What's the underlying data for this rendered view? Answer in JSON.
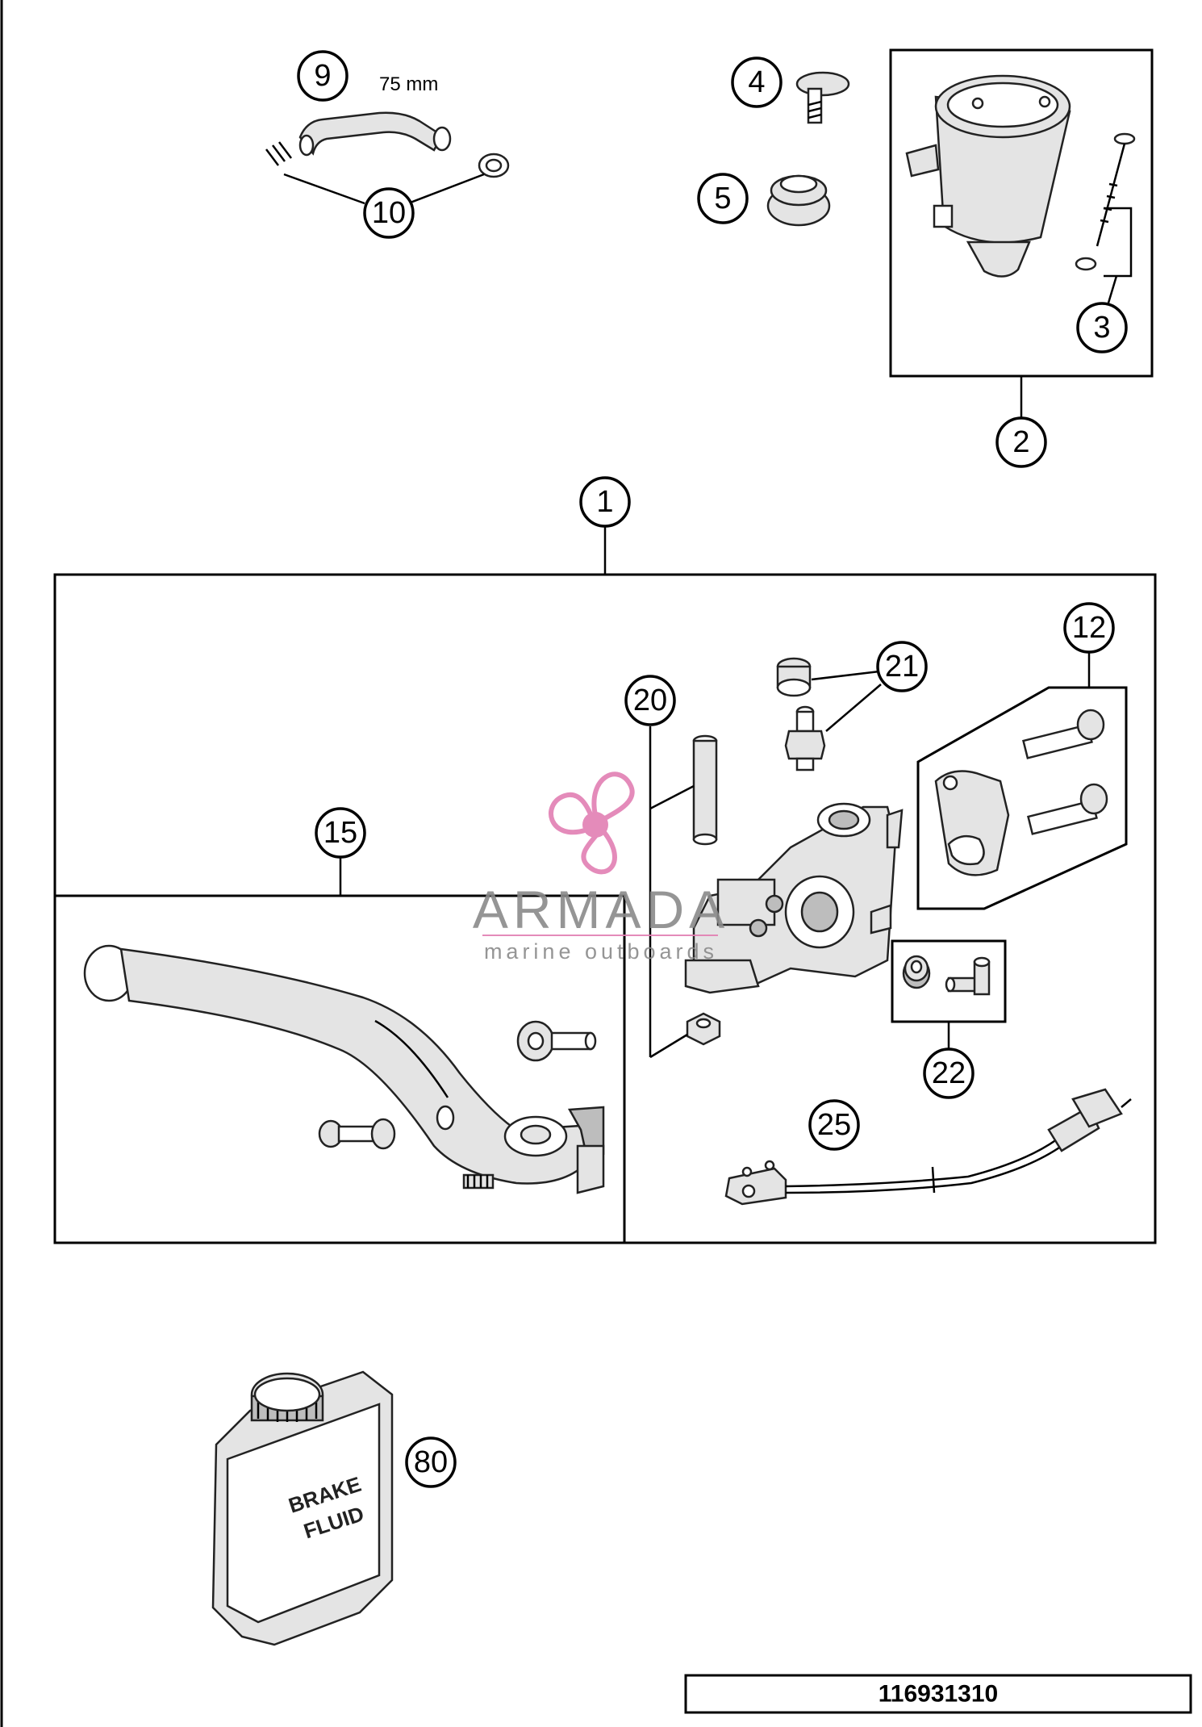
{
  "callouts": {
    "c1": "1",
    "c2": "2",
    "c3": "3",
    "c4": "4",
    "c5": "5",
    "c9": "9",
    "c10": "10",
    "c12": "12",
    "c15": "15",
    "c20": "20",
    "c21": "21",
    "c22": "22",
    "c25": "25",
    "c80": "80"
  },
  "dimension_label": "75 mm",
  "bottle_label": {
    "line1": "BRAKE",
    "line2": "FLUID"
  },
  "watermark": {
    "title": "ARMADA",
    "subtitle": "marine outboards",
    "logo_color": "#e27fb3"
  },
  "document_number": "116931310"
}
